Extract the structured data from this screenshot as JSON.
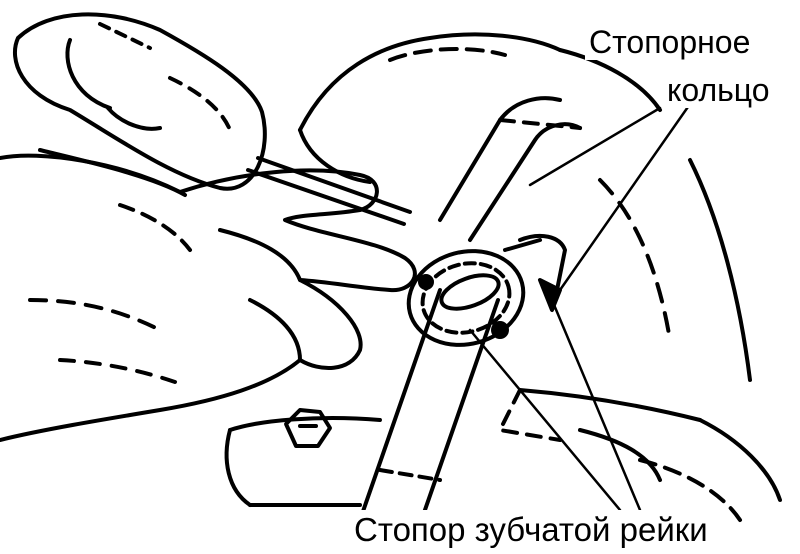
{
  "labels": {
    "retaining_ring_line1": "Стопорное",
    "retaining_ring_line2": "кольцо",
    "rack_stop": "Стопор зубчатой рейки"
  },
  "colors": {
    "ink": "#000000",
    "paper": "#ffffff"
  }
}
